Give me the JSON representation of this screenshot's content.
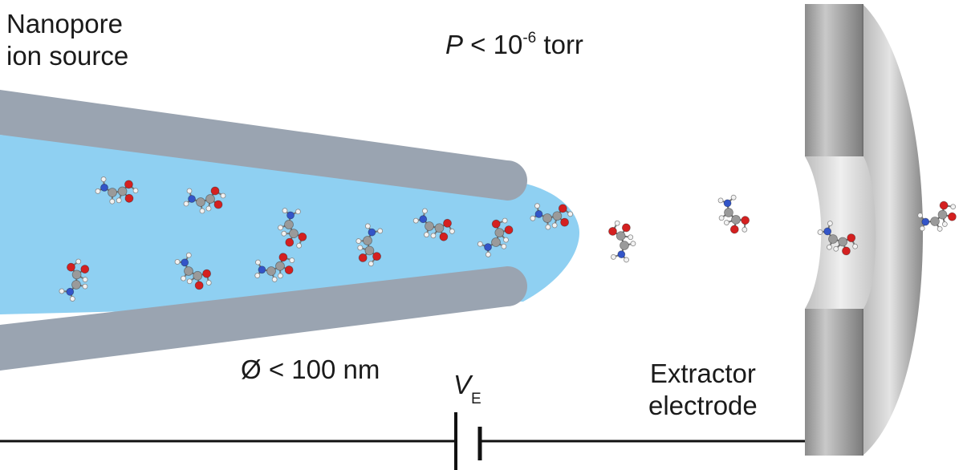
{
  "labels": {
    "source_line1": "Nanopore",
    "source_line2": "ion source",
    "pressure_var": "P",
    "pressure_mid": " < 10",
    "pressure_exp": "-6",
    "pressure_unit": " torr",
    "diameter": "Ø < 100 nm",
    "voltage_var": "V",
    "voltage_sub": "E",
    "electrode_line1": "Extractor",
    "electrode_line2": "electrode"
  },
  "colors": {
    "capillary_wall": "#9aa4b1",
    "solution": "#8fd0f2",
    "wire": "#111111",
    "electrode_dark": "#8a8a8a",
    "electrode_light": "#dcdcdc",
    "atom_carbon": "#9a9a9a",
    "atom_oxygen": "#d42020",
    "atom_nitrogen": "#3355c8",
    "atom_hydrogen": "#f2f2f2"
  }
}
